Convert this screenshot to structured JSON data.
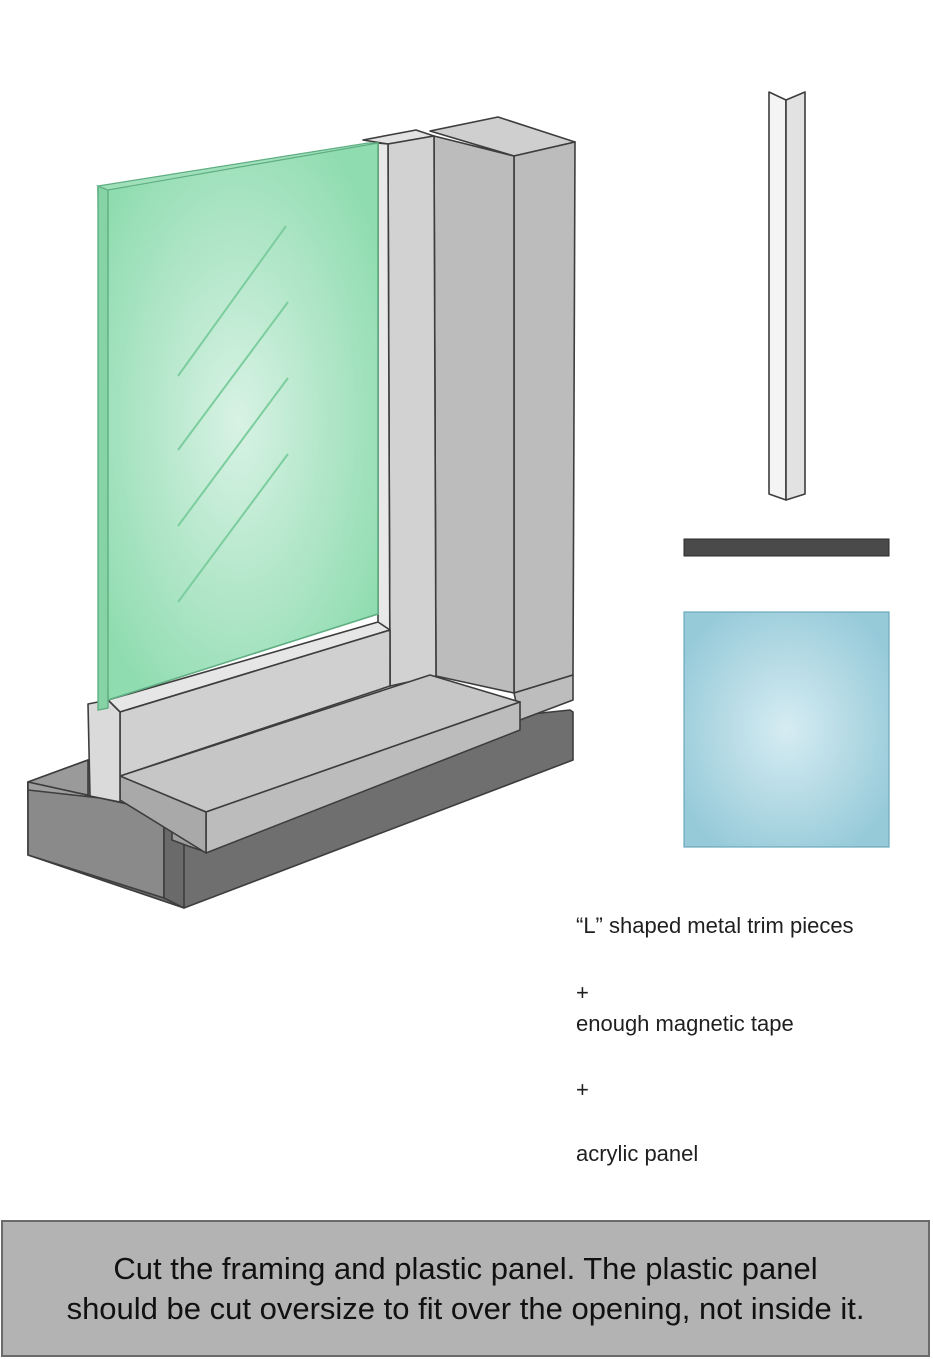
{
  "colors": {
    "green_panel": "#8fdcb0",
    "green_edge": "#7cc79a",
    "frame_light": "#d4d4d4",
    "frame_mid": "#bdbdbd",
    "frame_dark": "#6f6f6f",
    "outline": "#3d3d3d",
    "magnetic_tape": "#4a4a4a",
    "acrylic_panel": "#9fcfdc",
    "trim": "#f0f0f0",
    "caption_box": "#b3b3b3"
  },
  "materials": {
    "trim_label": "“L” shaped metal trim pieces",
    "plus_1": "+",
    "tape_label": " enough magnetic tape",
    "plus_2": "+",
    "panel_label": "acrylic panel"
  },
  "instruction": {
    "line_1": "Cut the framing and plastic panel. The plastic panel",
    "line_2": "should be cut oversize to fit over the opening, not inside it."
  }
}
